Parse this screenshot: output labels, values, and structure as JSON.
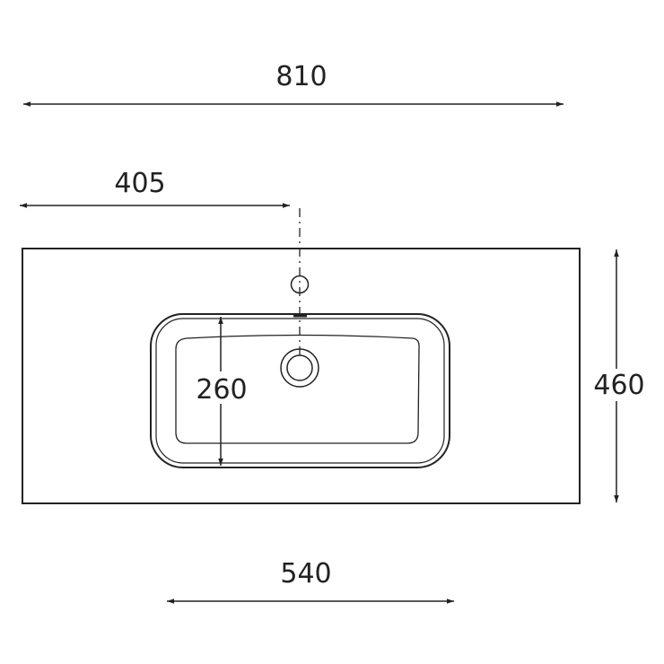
{
  "dimensions": {
    "overall_width": "810",
    "tap_offset": "405",
    "depth": "460",
    "basin_depth": "260",
    "basin_width": "540"
  },
  "colors": {
    "line": "#222222",
    "background": "#ffffff"
  }
}
